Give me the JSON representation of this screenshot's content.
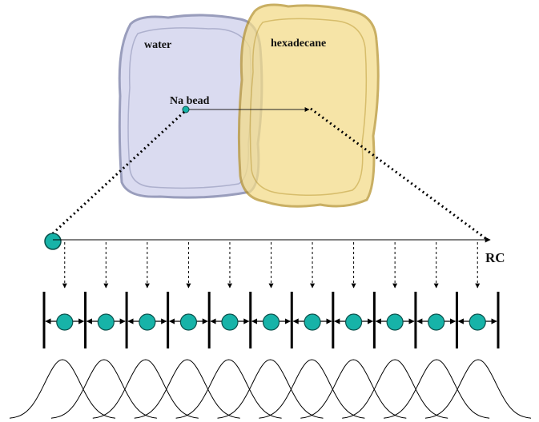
{
  "labels": {
    "water": "water",
    "hexadecane": "hexadecane",
    "bead": "Na bead",
    "reaction_coordinate": "RC"
  },
  "colors": {
    "water_fill": "#d6d8ef",
    "water_edge": "#8f93b5",
    "hexadecane_fill": "#f3dc8a",
    "hexadecane_edge": "#b89530",
    "bead": "#17b3a8",
    "bead_edge": "#0b4f4a",
    "line": "#000000"
  },
  "window_count": 11,
  "boundary_count": 12,
  "gaussian_count": 11
}
